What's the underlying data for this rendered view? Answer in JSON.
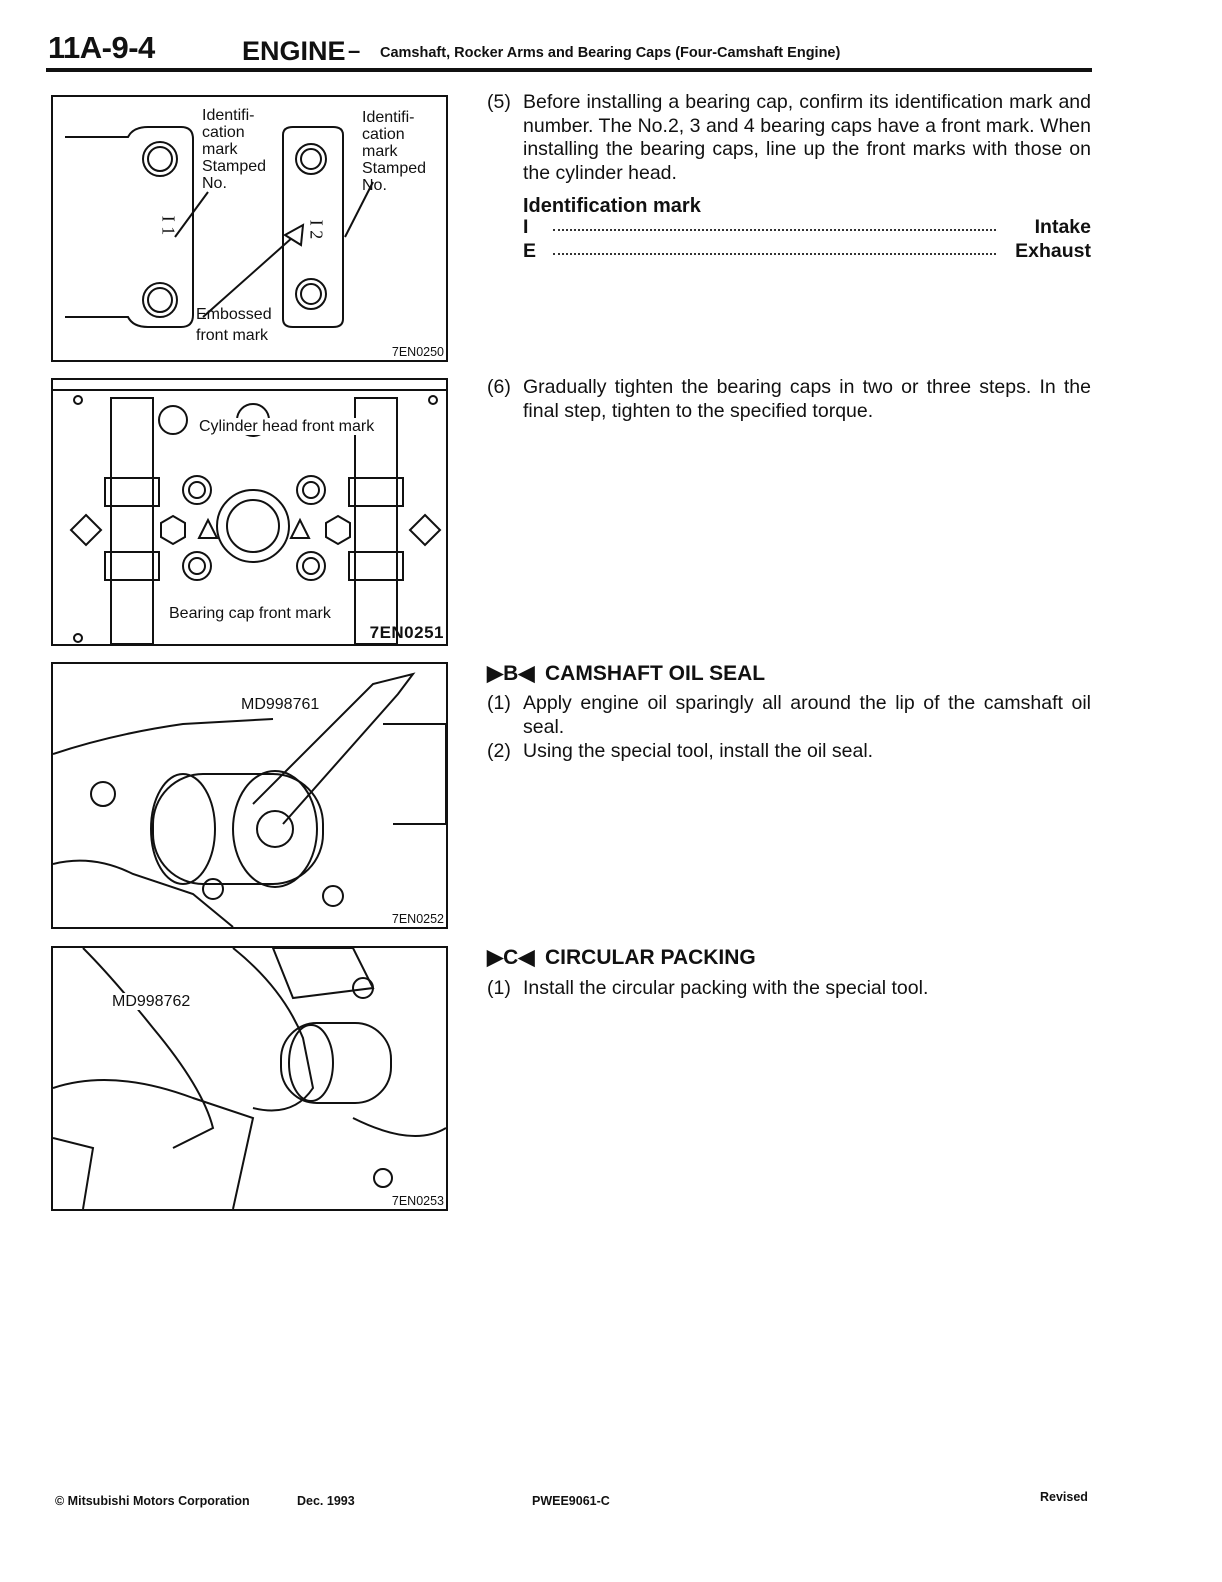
{
  "header": {
    "page_number": "11A-9-4",
    "section": "ENGINE",
    "dash": "–",
    "subtitle": "Camshaft, Rocker Arms and Bearing Caps (Four-Camshaft Engine)"
  },
  "figures": [
    {
      "code": "7EN0250",
      "labels": {
        "left_id": "Identifi-\ncation\nmark\nStamped\nNo.",
        "right_id": "Identifi-\ncation\nmark\nStamped\nNo.",
        "embossed": "Embossed\nfront mark",
        "stamp_left": "I 1",
        "stamp_right": "I 2"
      }
    },
    {
      "code": "7EN0251",
      "labels": {
        "cyl_front": "Cylinder head front mark",
        "cap_front": "Bearing cap front mark"
      }
    },
    {
      "code": "7EN0252",
      "labels": {
        "tool": "MD998761"
      }
    },
    {
      "code": "7EN0253",
      "labels": {
        "tool": "MD998762"
      }
    }
  ],
  "steps": {
    "s5": {
      "num": "(5)",
      "text": "Before installing a bearing cap, confirm its identification mark and number. The No.2, 3 and 4 bearing caps have a front mark. When installing the bearing caps, line up the front marks with those on the cylinder head."
    },
    "id_heading": "Identification mark",
    "id_rows": [
      {
        "key": "I",
        "value": "Intake"
      },
      {
        "key": "E",
        "value": "Exhaust"
      }
    ],
    "s6": {
      "num": "(6)",
      "text": "Gradually tighten the bearing caps in two or three steps. In the final step, tighten to the specified torque."
    }
  },
  "sections": {
    "b": {
      "marker": "▶B◀",
      "title": "CAMSHAFT OIL SEAL",
      "steps": [
        {
          "num": "(1)",
          "text": "Apply engine oil sparingly all around the lip of the camshaft oil seal."
        },
        {
          "num": "(2)",
          "text": "Using the special tool, install the oil seal."
        }
      ]
    },
    "c": {
      "marker": "▶C◀",
      "title": "CIRCULAR PACKING",
      "steps": [
        {
          "num": "(1)",
          "text": "Install the circular packing with the special tool."
        }
      ]
    }
  },
  "footer": {
    "copyright": "© Mitsubishi Motors Corporation",
    "date": "Dec. 1993",
    "code": "PWEE9061-C",
    "status": "Revised"
  }
}
